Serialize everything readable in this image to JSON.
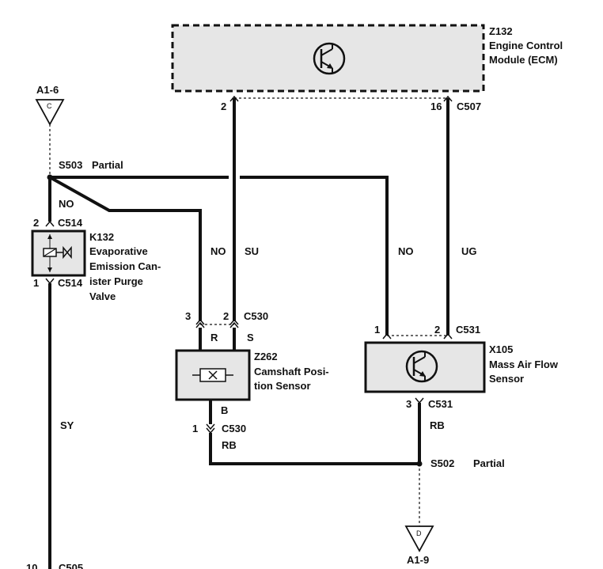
{
  "components": {
    "ecm": {
      "id": "Z132",
      "line1": "Engine Control",
      "line2": "Module (ECM)",
      "icon": "transistor-icon"
    },
    "purge_valve": {
      "id": "K132",
      "line1": "Evaporative",
      "line2": "Emission Can-",
      "line3": "ister Purge",
      "line4": "Valve",
      "icon": "solenoid-valve-icon"
    },
    "cam_sensor": {
      "id": "Z262",
      "line1": "Camshaft Posi-",
      "line2": "tion Sensor",
      "icon": "hall-sensor-icon"
    },
    "maf_sensor": {
      "id": "X105",
      "line1": "Mass Air Flow",
      "line2": "Sensor",
      "icon": "transistor-icon"
    }
  },
  "references": {
    "top": {
      "label": "A1-6",
      "letter": "C"
    },
    "bottom": {
      "label": "A1-9",
      "letter": "D"
    }
  },
  "splices": {
    "s503": {
      "id": "S503",
      "note": "Partial"
    },
    "s502": {
      "id": "S502",
      "note": "Partial"
    }
  },
  "connectors": {
    "c507": {
      "id": "C507",
      "pin_left": "2",
      "pin_right": "16"
    },
    "c514_top": {
      "id": "C514",
      "pin": "2"
    },
    "c514_bottom": {
      "id": "C514",
      "pin": "1"
    },
    "c530_top": {
      "id": "C530",
      "pin_left": "3",
      "pin_right": "2"
    },
    "c530_bottom": {
      "id": "C530",
      "pin": "1"
    },
    "c531_top": {
      "id": "C531",
      "pin_left": "1",
      "pin_right": "2"
    },
    "c531_bottom": {
      "id": "C531",
      "pin": "3"
    },
    "c505_partial": {
      "pin": "10",
      "id": "C505"
    }
  },
  "wires": {
    "no_purge": "NO",
    "no_cam": "NO",
    "su": "SU",
    "no_maf": "NO",
    "ug": "UG",
    "sy": "SY",
    "r": "R",
    "s": "S",
    "b": "B",
    "rb_cam": "RB",
    "rb_maf": "RB"
  }
}
